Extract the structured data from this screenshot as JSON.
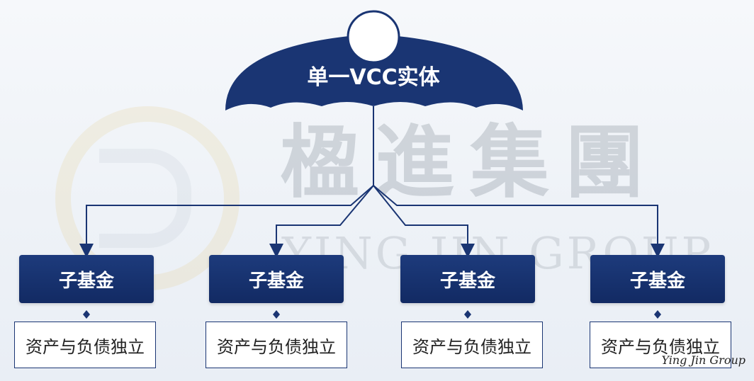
{
  "watermark": {
    "chinese": "楹進集團",
    "english": "YING JIN GROUP"
  },
  "umbrella": {
    "label": "单一VCC实体"
  },
  "sub_funds": [
    {
      "label": "子基金",
      "status": "资产与负债独立"
    },
    {
      "label": "子基金",
      "status": "资产与负债独立"
    },
    {
      "label": "子基金",
      "status": "资产与负债独立"
    },
    {
      "label": "子基金",
      "status": "资产与负债独立"
    }
  ],
  "signature": "Ying Jin Group",
  "colors": {
    "navy": "#1a3573",
    "box_fill": "#1d3b7c",
    "background": "#f1f4f8"
  }
}
